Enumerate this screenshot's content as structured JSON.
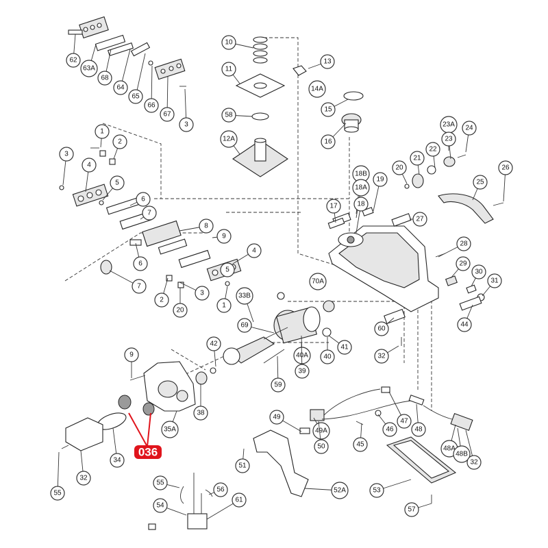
{
  "callouts": [
    {
      "label": "62"
    },
    {
      "label": "63A"
    },
    {
      "label": "68"
    },
    {
      "label": "64"
    },
    {
      "label": "65"
    },
    {
      "label": "66"
    },
    {
      "label": "67"
    },
    {
      "label": "3"
    },
    {
      "label": "10"
    },
    {
      "label": "11"
    },
    {
      "label": "58"
    },
    {
      "label": "12A"
    },
    {
      "label": "13"
    },
    {
      "label": "14A"
    },
    {
      "label": "15"
    },
    {
      "label": "16"
    },
    {
      "label": "23A"
    },
    {
      "label": "24"
    },
    {
      "label": "23"
    },
    {
      "label": "22"
    },
    {
      "label": "21"
    },
    {
      "label": "20"
    },
    {
      "label": "26"
    },
    {
      "label": "25"
    },
    {
      "label": "18B"
    },
    {
      "label": "18A"
    },
    {
      "label": "19"
    },
    {
      "label": "18"
    },
    {
      "label": "17"
    },
    {
      "label": "27"
    },
    {
      "label": "28"
    },
    {
      "label": "29"
    },
    {
      "label": "30"
    },
    {
      "label": "31"
    },
    {
      "label": "44"
    },
    {
      "label": "1"
    },
    {
      "label": "2"
    },
    {
      "label": "3"
    },
    {
      "label": "4"
    },
    {
      "label": "5"
    },
    {
      "label": "6"
    },
    {
      "label": "7"
    },
    {
      "label": "8"
    },
    {
      "label": "9"
    },
    {
      "label": "6"
    },
    {
      "label": "7"
    },
    {
      "label": "4"
    },
    {
      "label": "5"
    },
    {
      "label": "3"
    },
    {
      "label": "1"
    },
    {
      "label": "2"
    },
    {
      "label": "20"
    },
    {
      "label": "70A"
    },
    {
      "label": "33B"
    },
    {
      "label": "69"
    },
    {
      "label": "42"
    },
    {
      "label": "41"
    },
    {
      "label": "40"
    },
    {
      "label": "40A"
    },
    {
      "label": "39"
    },
    {
      "label": "59"
    },
    {
      "label": "60"
    },
    {
      "label": "32"
    },
    {
      "label": "9"
    },
    {
      "label": "38"
    },
    {
      "label": "35A"
    },
    {
      "label": "34"
    },
    {
      "label": "32"
    },
    {
      "label": "55"
    },
    {
      "label": "49"
    },
    {
      "label": "49A"
    },
    {
      "label": "50"
    },
    {
      "label": "45"
    },
    {
      "label": "46"
    },
    {
      "label": "47"
    },
    {
      "label": "48"
    },
    {
      "label": "48A"
    },
    {
      "label": "48B"
    },
    {
      "label": "32"
    },
    {
      "label": "51"
    },
    {
      "label": "52A"
    },
    {
      "label": "53"
    },
    {
      "label": "57"
    },
    {
      "label": "55"
    },
    {
      "label": "56"
    },
    {
      "label": "54"
    },
    {
      "label": "61"
    }
  ],
  "highlight": {
    "label": "036",
    "color": "#e0141c"
  }
}
